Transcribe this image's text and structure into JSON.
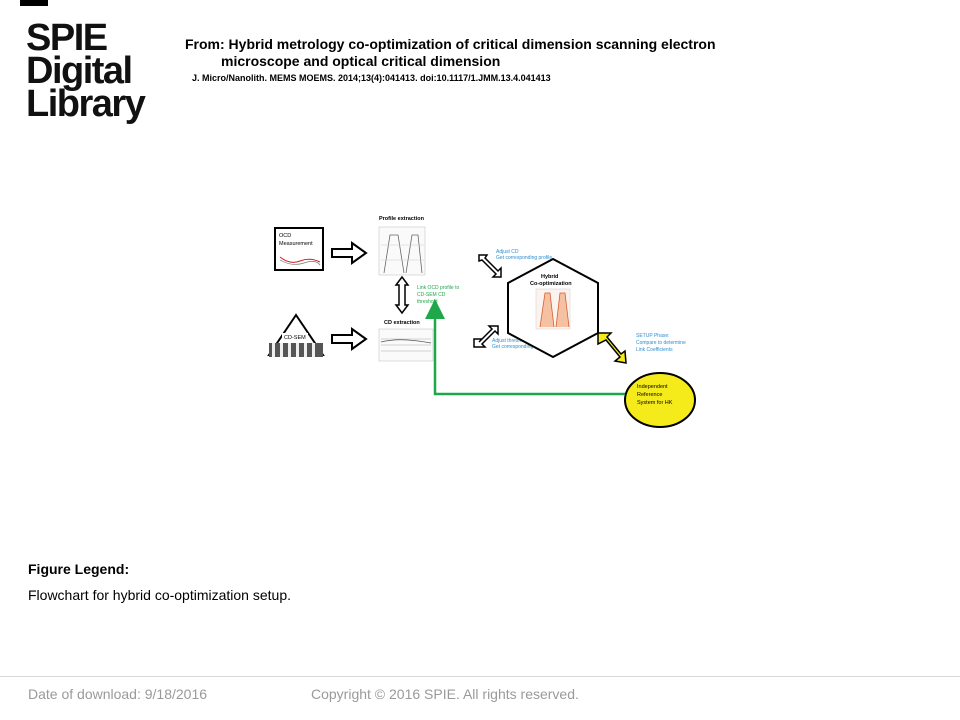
{
  "brand": {
    "logo_line1": "SPIE",
    "logo_line2": "Digital",
    "logo_line3": "Library"
  },
  "header": {
    "from_line1": "From: Hybrid metrology co-optimization of critical dimension scanning electron",
    "from_line2": "microscope and optical critical dimension",
    "citation": "J. Micro/Nanolith. MEMS MOEMS. 2014;13(4):041413. doi:10.1117/1.JMM.13.4.041413"
  },
  "figure": {
    "ocd_label_1": "OCD",
    "ocd_label_2": "Measurement",
    "cdsem_label": "CD-SEM",
    "profile_title": "Profile extraction",
    "cd_title": "CD extraction",
    "hybrid_title_1": "Hybrid",
    "hybrid_title_2": "Co-optimization",
    "adjust_cd_1": "Adjust CD",
    "adjust_cd_2": "Get corresponding profile",
    "link_1": "Link OCD profile to",
    "link_2": "CD-SEM CD",
    "link_3": "threshold",
    "adjust_th_1": "Adjust threshold",
    "adjust_th_2": "Get corresponding CD",
    "setup_1": "SETUP Phase:",
    "setup_2": "Compare to determine",
    "setup_3": "Link Coefficients",
    "ref_1": "Independent",
    "ref_2": "Reference",
    "ref_3": "System for HK",
    "colors": {
      "green": "#1ea84a",
      "yellow": "#f5ea1a",
      "blue_text": "#2e8fd0",
      "orange": "#f0a070"
    }
  },
  "legend": {
    "title": "Figure Legend:",
    "text": "Flowchart for hybrid co-optimization setup."
  },
  "footer": {
    "date": "Date of download:  9/18/2016",
    "copyright": "Copyright © 2016 SPIE. All rights reserved."
  }
}
